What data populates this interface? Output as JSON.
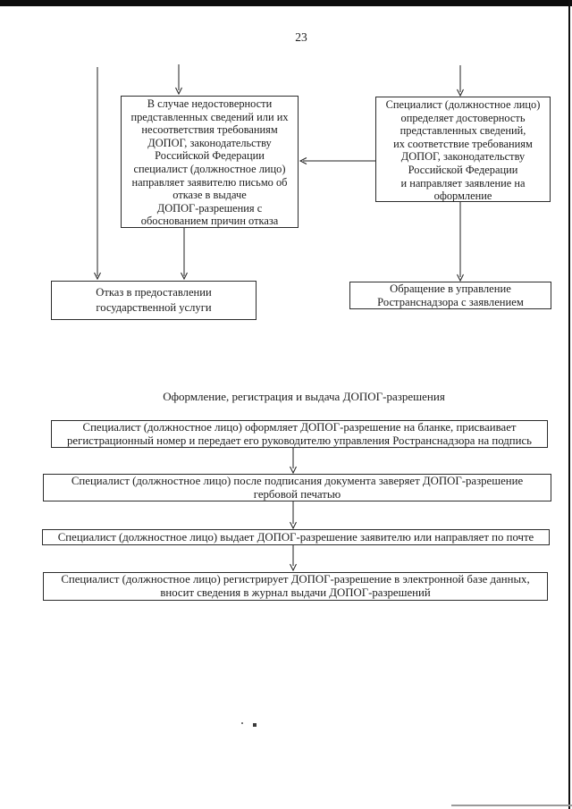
{
  "page": {
    "number": "23"
  },
  "top_flow": {
    "refusal_letter_box": "В случае недостоверности\nпредставленных сведений или их\nнесоответствия требованиям\nДОПОГ, законодательству\nРоссийской Федерации\nспециалист (должностное лицо)\nнаправляет заявителю письмо об\nотказе в выдаче\nДОПОГ-разрешения с\nобоснованием причин отказа",
    "specialist_check_box": "Специалист (должностное лицо)\nопределяет достоверность\nпредставленных сведений,\nих соответствие требованиям\nДОПОГ, законодательству\nРоссийской Федерации\nи направляет заявление на\nоформление",
    "service_refusal_box": "Отказ в предоставлении\nгосударственной услуги",
    "application_box": "Обращение в управление\nРостранснадзора с заявлением"
  },
  "bottom_flow": {
    "title": "Оформление, регистрация и выдача ДОПОГ-разрешения",
    "steps": [
      "Специалист (должностное лицо) оформляет ДОПОГ-разрешение на бланке, присваивает\nрегистрационный номер и передает его руководителю управления Ространснадзора на подпись",
      "Специалист (должностное лицо) после подписания документа заверяет ДОПОГ-разрешение\nгербовой печатью",
      "Специалист (должностное лицо) выдает ДОПОГ-разрешение заявителю или направляет по почте",
      "Специалист (должностное лицо) регистрирует ДОПОГ-разрешение в электронной базе данных,\nвносит сведения в журнал выдачи ДОПОГ-разрешений"
    ]
  }
}
